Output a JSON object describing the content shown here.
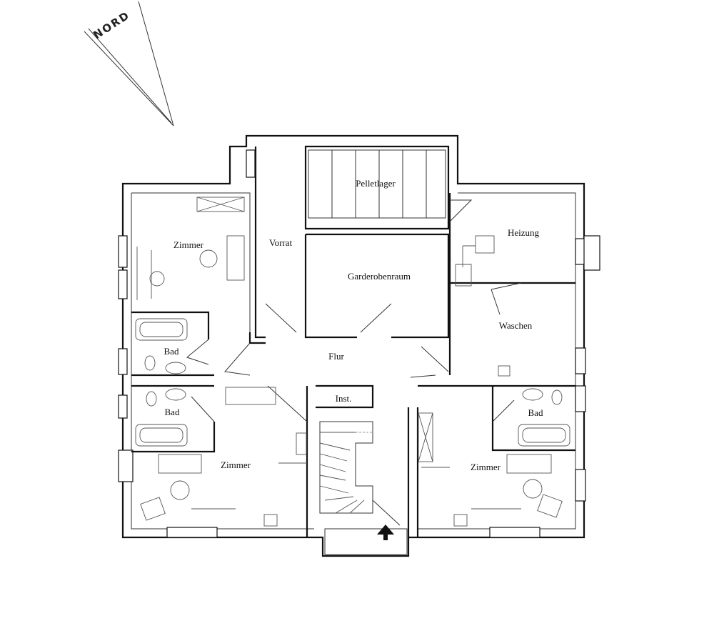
{
  "north": {
    "label": "NORD"
  },
  "rooms": {
    "zimmer_nw": "Zimmer",
    "vorrat": "Vorrat",
    "pelletlager": "Pelletlager",
    "garderobenraum": "Garderobenraum",
    "heizung": "Heizung",
    "waschen": "Waschen",
    "bad_w_upper": "Bad",
    "flur": "Flur",
    "inst": "Inst.",
    "bad_w_lower": "Bad",
    "zimmer_sw": "Zimmer",
    "bad_e": "Bad",
    "zimmer_se": "Zimmer"
  }
}
